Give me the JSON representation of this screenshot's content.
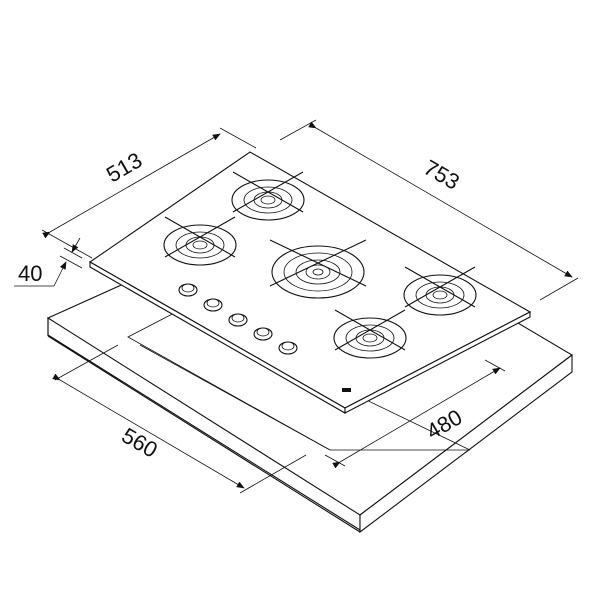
{
  "diagram": {
    "subject": "Built-in gas hob with five burners and five control knobs, installation cut-out drawing",
    "dimensions": {
      "depth": "513",
      "width": "753",
      "thickness": "40",
      "cutout_width": "560",
      "cutout_depth": "480"
    },
    "burners": 5,
    "knobs": 5,
    "colors": {
      "line": "#111111",
      "background": "#ffffff"
    }
  }
}
